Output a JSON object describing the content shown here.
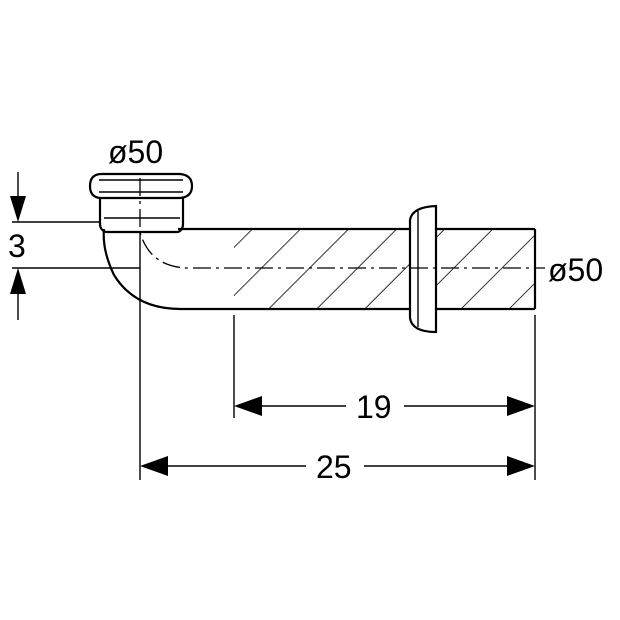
{
  "diagram": {
    "top_diameter_label": "ø50",
    "end_diameter_label": "ø50",
    "offset_label": "3",
    "inner_length_label": "19",
    "overall_length_label": "25",
    "line_color": "#000000",
    "background_color": "#ffffff"
  }
}
